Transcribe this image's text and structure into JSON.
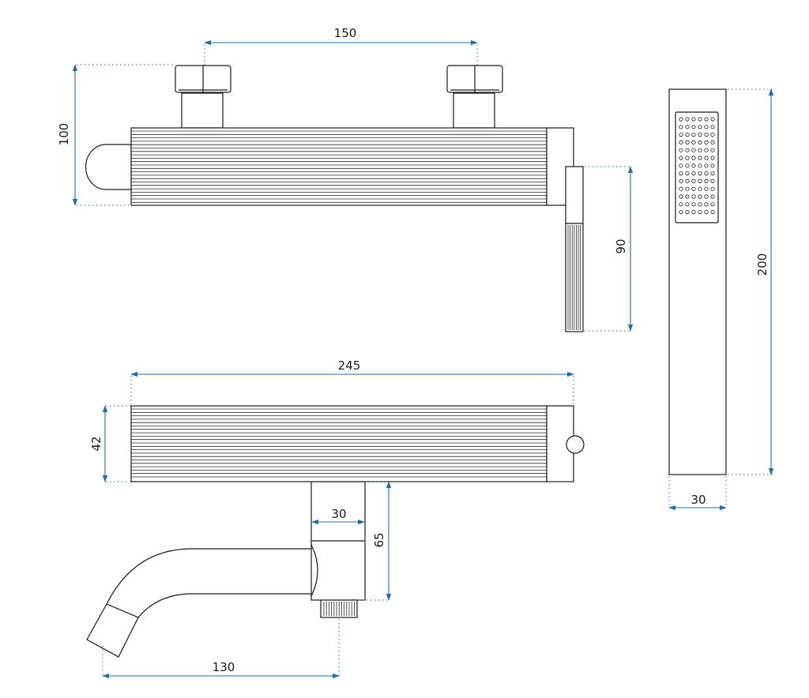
{
  "dimensions": {
    "inlet_spacing": "150",
    "body_height_top": "100",
    "handle_length": "90",
    "hand_shower_length": "200",
    "body_length": "245",
    "body_depth": "42",
    "hand_shower_width": "30",
    "spout_neck_width": "30",
    "spout_neck_height": "65",
    "spout_reach": "130"
  },
  "colors": {
    "line": "#1a1a1a",
    "dimension": "#1d6fa8"
  }
}
